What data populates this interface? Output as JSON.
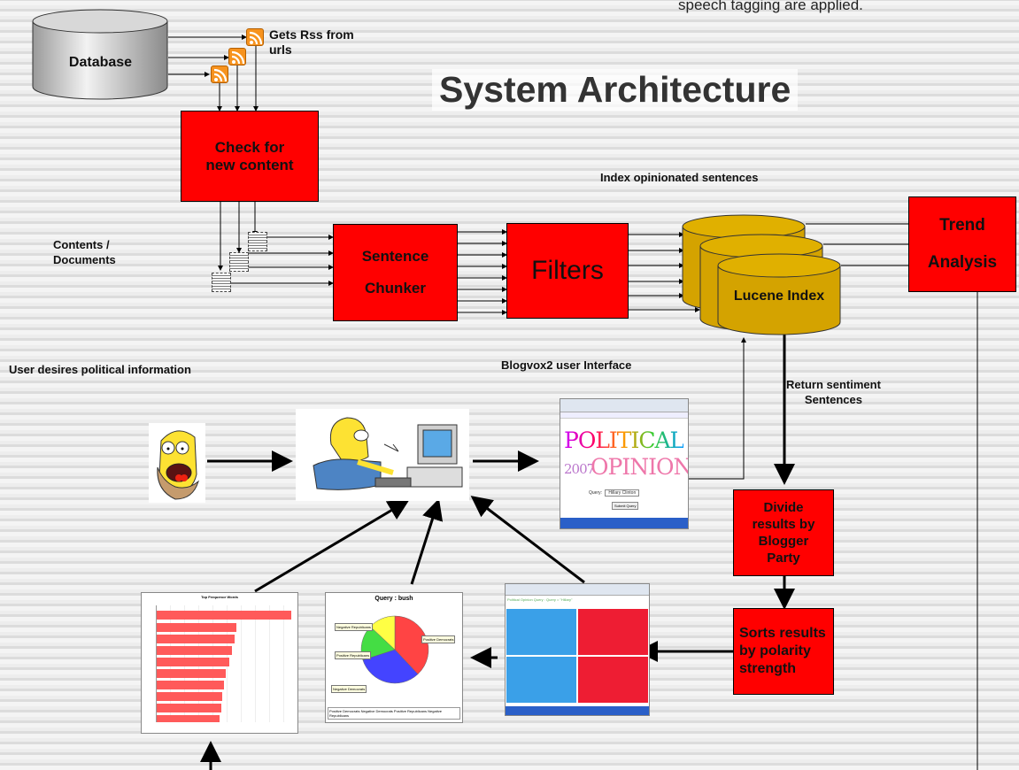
{
  "header_note": "speech tagging are applied.",
  "title": "System Architecture",
  "nodes": {
    "database": "Database",
    "rss_label": "Gets Rss  from\nurls",
    "check": "Check for\nnew content",
    "contents": "Contents /\nDocuments",
    "chunker_1": "Sentence",
    "chunker_2": "Chunker",
    "filters": "Filters",
    "index_label": "Index  opinionated sentences",
    "lucene": "Lucene Index",
    "trend_1": "Trend",
    "trend_2": "Analysis",
    "user_desires": "User desires political information",
    "blogvox_label": "Blogvox2 user Interface",
    "return_label": "Return sentiment\nSentences",
    "divide": "Divide\nresults by\nBlogger\nParty",
    "sorts": "Sorts results\nby polarity\nstrength"
  },
  "screens": {
    "political_line1": "POLITICAL",
    "political_year": "2007",
    "political_line2": "OPINIONS",
    "query_label": "Query:",
    "query_value": "Hillary Clinton",
    "submit": "Submit Query",
    "pie_title": "Query : bush",
    "pie_labels": [
      "Negative Republicans",
      "Positive Republicans",
      "Positive Democrats",
      "Negative Democrats"
    ],
    "pie_legend": "Positive Democrats  Negative Democrats  Positive Republicans  Negative Republicans",
    "bar_title": "Top Frequence Words",
    "results_title": "Political Opinion Query : Query = \"Hillary\""
  },
  "colors": {
    "red_box": "#ff0000",
    "cylinder_gold": "#d4a300",
    "rss_orange": "#f7931e",
    "bar_red": "#ff5a5a",
    "results_blue": "#3aa0e8",
    "results_red": "#ee1d33"
  },
  "chart_data": {
    "type": "pie",
    "title": "Query : bush",
    "categories": [
      "Positive Democrats",
      "Negative Democrats",
      "Positive Republicans",
      "Negative Republicans"
    ],
    "values": [
      38,
      32,
      17,
      13
    ]
  },
  "icons": [
    "rss-icon",
    "document-icon",
    "homer-face-icon",
    "homer-computer-icon"
  ]
}
